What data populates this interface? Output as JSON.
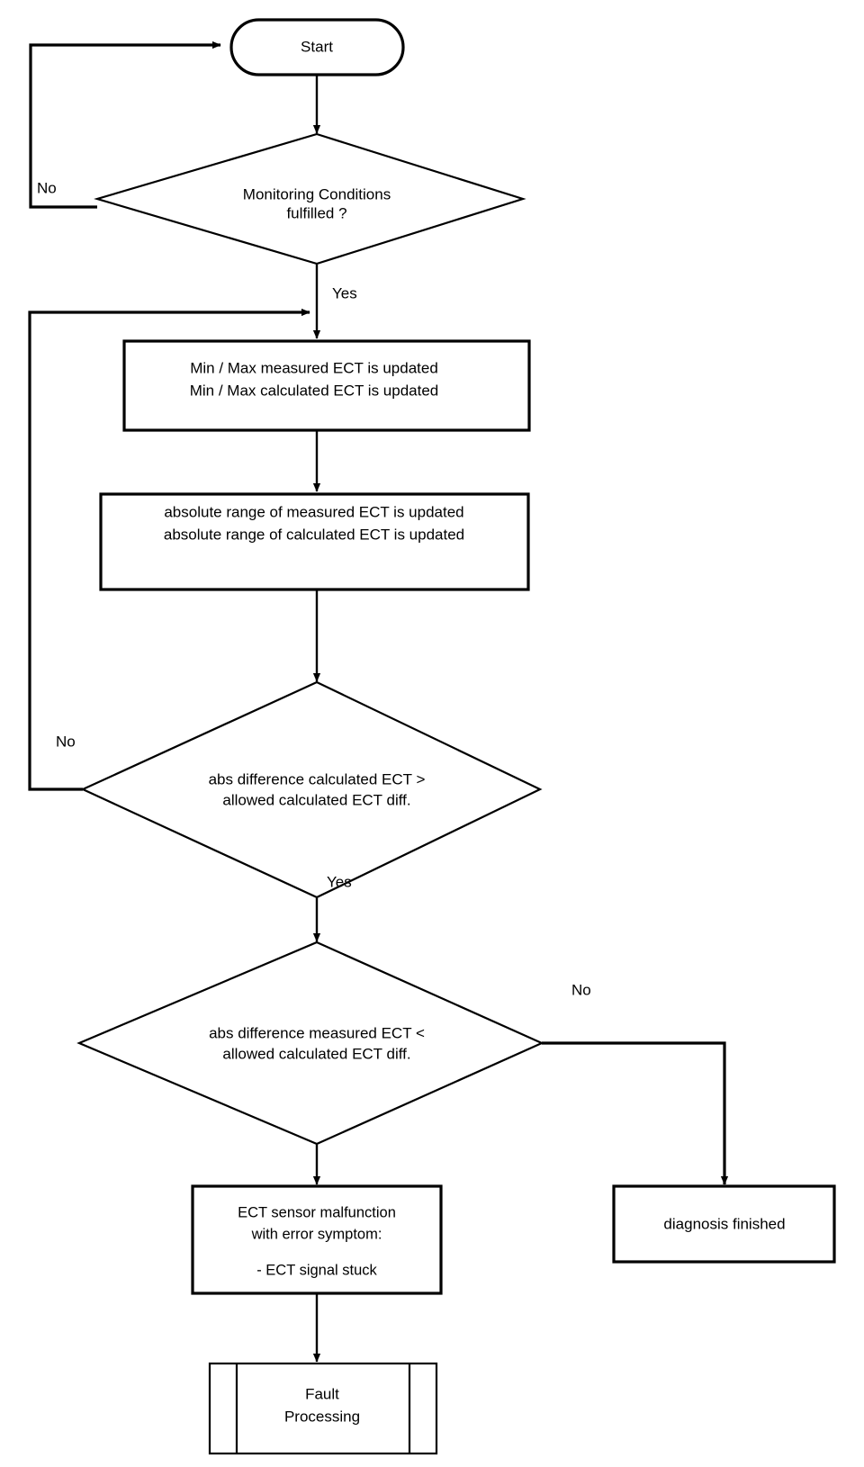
{
  "diagram": {
    "title": "ECT sensor plausibility diagnosis flowchart",
    "type": "flowchart",
    "background_color": "#ffffff",
    "line_color": "#000000",
    "text_color": "#000000"
  },
  "nodes": {
    "start": {
      "shape": "terminator",
      "label": "Start"
    },
    "decision_monitoring": {
      "shape": "decision",
      "line1": "Monitoring Conditions",
      "line2": "fulfilled ?"
    },
    "process_minmax": {
      "shape": "process",
      "line1": "Min / Max measured ECT is updated",
      "line2": "Min / Max calculated ECT is updated"
    },
    "process_absrange": {
      "shape": "process",
      "line1": "absolute range of measured ECT is updated",
      "line2": "absolute range of calculated ECT is updated"
    },
    "decision_calc_diff": {
      "shape": "decision",
      "line1": "abs difference calculated ECT  >",
      "line2": "allowed calculated ECT diff."
    },
    "decision_meas_diff": {
      "shape": "decision",
      "line1": "abs difference measured ECT  <",
      "line2": "allowed calculated ECT diff."
    },
    "process_malfunction": {
      "shape": "process",
      "line1": "ECT sensor malfunction",
      "line2": "with error symptom:",
      "line3": "- ECT signal stuck"
    },
    "process_fault": {
      "shape": "predefined-process",
      "line1": "Fault",
      "line2": "Processing"
    },
    "process_diagnosis_finished": {
      "shape": "process",
      "label": "diagnosis finished"
    }
  },
  "edge_labels": {
    "monitoring_no": "No",
    "monitoring_yes": "Yes",
    "calc_diff_no": "No",
    "calc_diff_yes": "Yes",
    "meas_diff_no": "No"
  }
}
